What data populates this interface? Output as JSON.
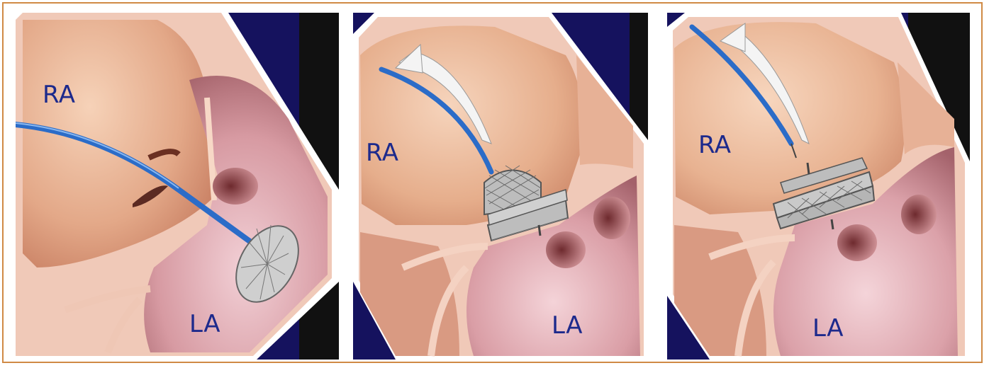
{
  "panels": [
    {
      "ra": "RA",
      "la": "LA"
    },
    {
      "ra": "RA",
      "la": "LA"
    },
    {
      "ra": "RA",
      "la": "LA"
    }
  ]
}
